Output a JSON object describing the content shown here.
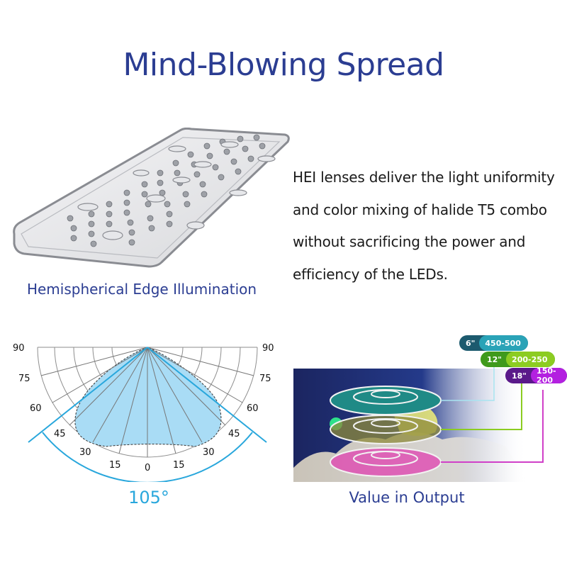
{
  "header": {
    "title": "Mind-Blowing Spread"
  },
  "lens_panel": {
    "caption": "Hemispherical Edge Illumination",
    "image_icon": "hei-lens-plate"
  },
  "description": {
    "lines": [
      "HEI lenses deliver the light uniformity",
      "and color mixing of halide T5 combo",
      "without sacrificing the power and",
      "efficiency of the LEDs."
    ]
  },
  "beam_chart": {
    "angle_label": "105°",
    "left_ticks": [
      "90",
      "75",
      "60",
      "45",
      "30",
      "15"
    ],
    "center_tick": "0",
    "right_ticks": [
      "15",
      "30",
      "45",
      "60",
      "75",
      "90"
    ],
    "beam_color": "#a9dcf5",
    "indicator_color": "#29a7dc"
  },
  "chart_data": {
    "type": "polar",
    "title": "",
    "angle_ticks_deg": [
      0,
      15,
      30,
      45,
      60,
      75,
      90
    ],
    "beam_angle_deg": 105,
    "annotation": "105°",
    "grid": true
  },
  "output_panel": {
    "caption": "Value in Output",
    "badges": [
      {
        "distance": "6\"",
        "value": "450-500",
        "dark": "#1c5a6e",
        "light": "#2aa3b7"
      },
      {
        "distance": "12\"",
        "value": "200-250",
        "dark": "#3f9a1c",
        "light": "#8ccc22"
      },
      {
        "distance": "18\"",
        "value": "150-200",
        "dark": "#5a1a8a",
        "light": "#b320e0"
      }
    ]
  }
}
